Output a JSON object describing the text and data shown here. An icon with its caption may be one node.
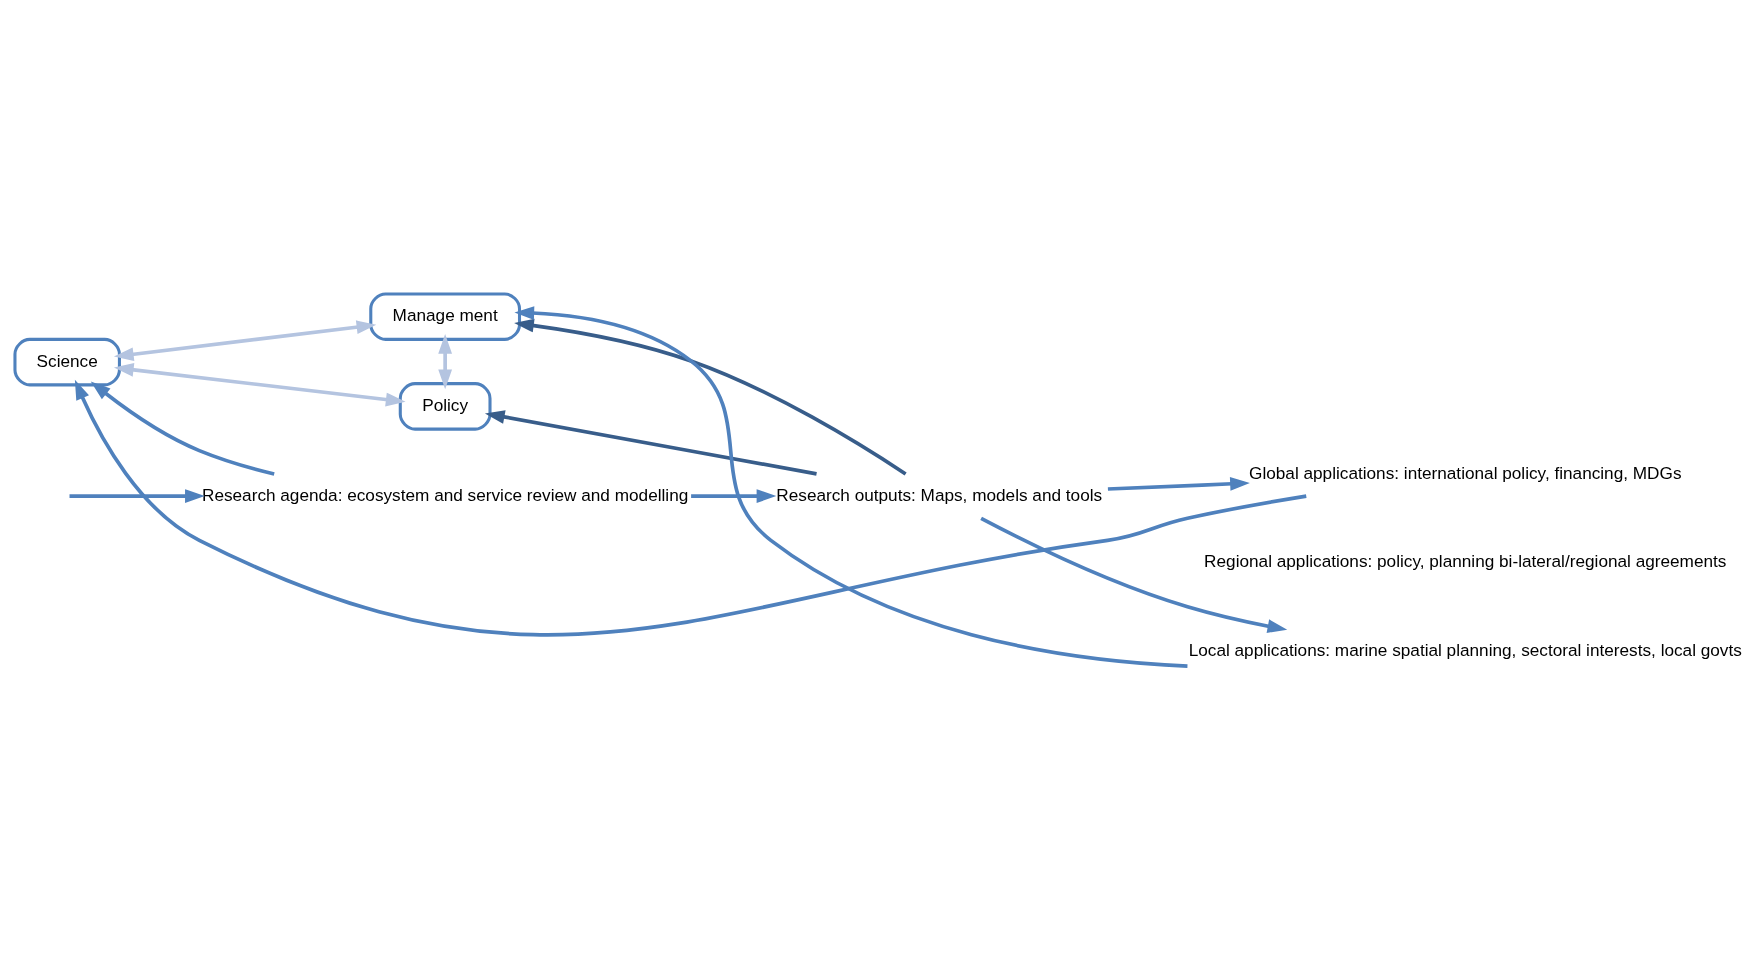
{
  "diagram": {
    "nodes": [
      {
        "text": [
          "Science"
        ]
      },
      {
        "text": [
          "Manage ment"
        ]
      },
      {
        "text": [
          "Policy"
        ]
      },
      {
        "text": [
          "Research agenda: ecosystem and service review and modelling"
        ]
      },
      {
        "text": [
          "Research outputs: Maps, models and tools"
        ]
      },
      {
        "text": [
          "Global applications: international policy, financing, MDGs"
        ]
      },
      {
        "text": [
          "Regional applications: policy, planning bi-lateral/regional agreements"
        ]
      },
      {
        "text": [
          "Local applications: marine spatial planning, sectoral interests, local govts"
        ]
      }
    ],
    "edges": [
      {
        "from": 0,
        "to": 1,
        "arrow": "both",
        "color": "#b4c4e0"
      },
      {
        "from": 0,
        "to": 2,
        "arrow": "both",
        "color": "#b4c4e0"
      },
      {
        "from": 1,
        "to": 2,
        "arrow": "both",
        "color": "#b4c4e0"
      },
      {
        "from": null,
        "to": 3,
        "arrow": "to"
      },
      {
        "from": 3,
        "to": 4,
        "arrow": "to"
      },
      {
        "from": 4,
        "to": 5,
        "arrow": "to"
      },
      {
        "from": 4,
        "to": 7,
        "arrow": "to"
      },
      {
        "from": 3,
        "to": 0,
        "arrow": "to"
      },
      {
        "from": 4,
        "to": 2,
        "arrow": "to",
        "color": "#385d8a"
      },
      {
        "from": 4,
        "to": 1,
        "arrow": "to",
        "color": "#385d8a"
      },
      {
        "from": 5,
        "to": 0,
        "arrow": "to"
      },
      {
        "from": 7,
        "to": 1,
        "arrow": "to"
      }
    ]
  }
}
